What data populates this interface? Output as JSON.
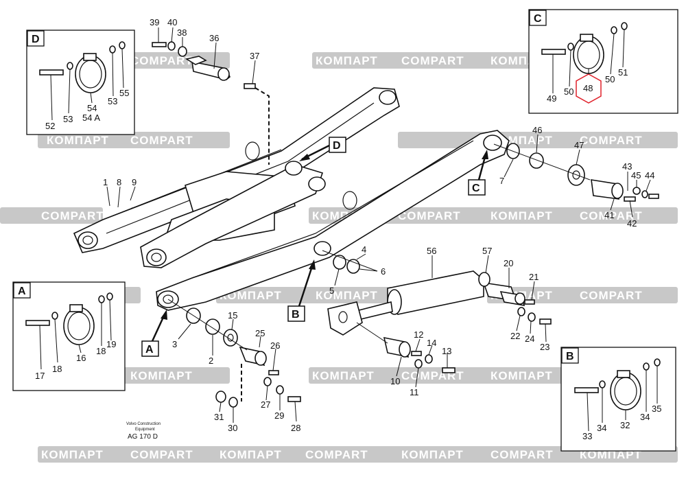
{
  "title": "Lift arm assembly with pins and hydraulic cylinder",
  "watermark": {
    "cyrillic": "КОМПАРТ",
    "latin": "COMPART",
    "color": "#c8c8c8"
  },
  "caption": {
    "line1": "Volvo Construction",
    "line2": "Equipment",
    "code": "AG 170 D"
  },
  "detail_boxes": {
    "A": "A",
    "B": "B",
    "C": "C",
    "D": "D"
  },
  "callouts": {
    "A": "A",
    "B": "B",
    "C": "C",
    "D": "D"
  },
  "highlight_color": "#e0202a",
  "labels": {
    "n1": "1",
    "n2": "2",
    "n3": "3",
    "n4": "4",
    "n5": "5",
    "n6": "6",
    "n7": "7",
    "n8": "8",
    "n9": "9",
    "n10": "10",
    "n11": "11",
    "n12": "12",
    "n13": "13",
    "n14": "14",
    "n15": "15",
    "n16": "16",
    "n17": "17",
    "n18": "18",
    "n18b": "18",
    "n19": "19",
    "n20": "20",
    "n21": "21",
    "n22": "22",
    "n23": "23",
    "n24": "24",
    "n25": "25",
    "n26": "26",
    "n27": "27",
    "n28": "28",
    "n29": "29",
    "n30": "30",
    "n31": "31",
    "n32": "32",
    "n33": "33",
    "n34": "34",
    "n34b": "34",
    "n35": "35",
    "n36": "36",
    "n37": "37",
    "n38": "38",
    "n39": "39",
    "n40": "40",
    "n41": "41",
    "n42": "42",
    "n43": "43",
    "n44": "44",
    "n45": "45",
    "n46": "46",
    "n47": "47",
    "n48": "48",
    "n49": "49",
    "n50": "50",
    "n50b": "50",
    "n51": "51",
    "n52": "52",
    "n53": "53",
    "n53b": "53",
    "n54": "54",
    "n54a": "54 A",
    "n55": "55",
    "n56": "56",
    "n57": "57"
  }
}
